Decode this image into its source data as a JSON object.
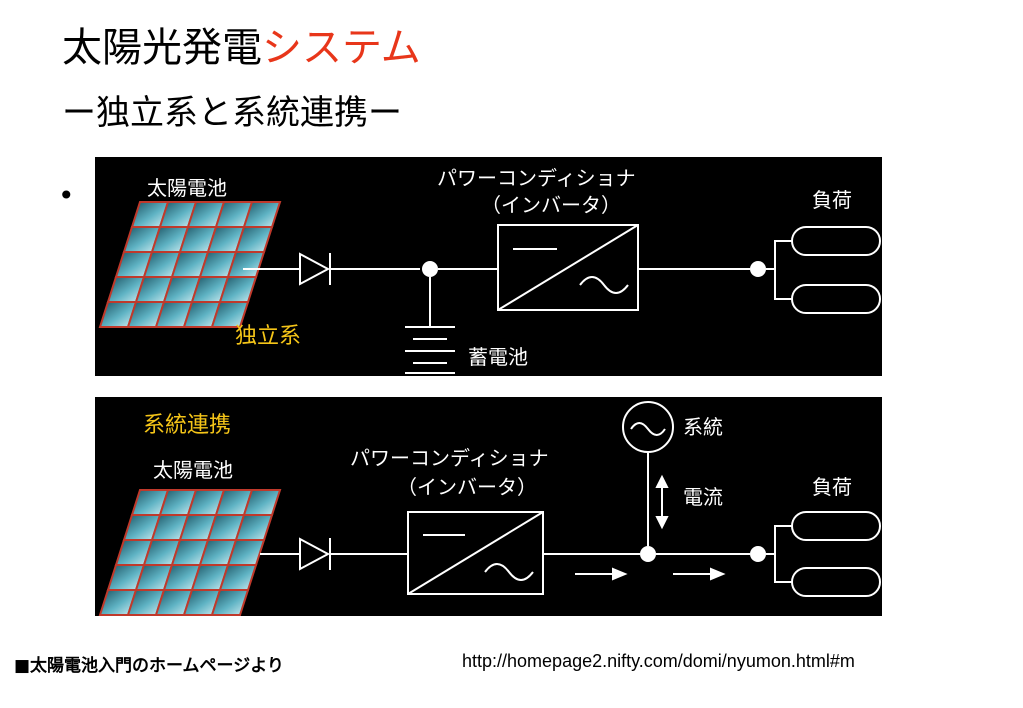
{
  "slide": {
    "title_main": "太陽光発電",
    "title_accent": "システム",
    "subtitle": "ー独立系と系統連携ー",
    "bullet": "•"
  },
  "diagram_standalone": {
    "label_solar": "太陽電池",
    "label_pcs_1": "パワーコンディショナ",
    "label_pcs_2": "（インバータ）",
    "label_load": "負荷",
    "label_system": "独立系",
    "label_battery": "蓄電池"
  },
  "diagram_grid": {
    "label_system": "系統連携",
    "label_solar": "太陽電池",
    "label_pcs_1": "パワーコンディショナ",
    "label_pcs_2": "（インバータ）",
    "label_grid": "系統",
    "label_current": "電流",
    "label_load": "負荷"
  },
  "footer": {
    "source": "■太陽電池入門のホームページより",
    "url": "http://homepage2.nifty.com/domi/nyumon.html#m"
  },
  "colors": {
    "accent": "#e8361a",
    "label_yellow": "#f5c518",
    "cell_border": "#c0392b"
  }
}
